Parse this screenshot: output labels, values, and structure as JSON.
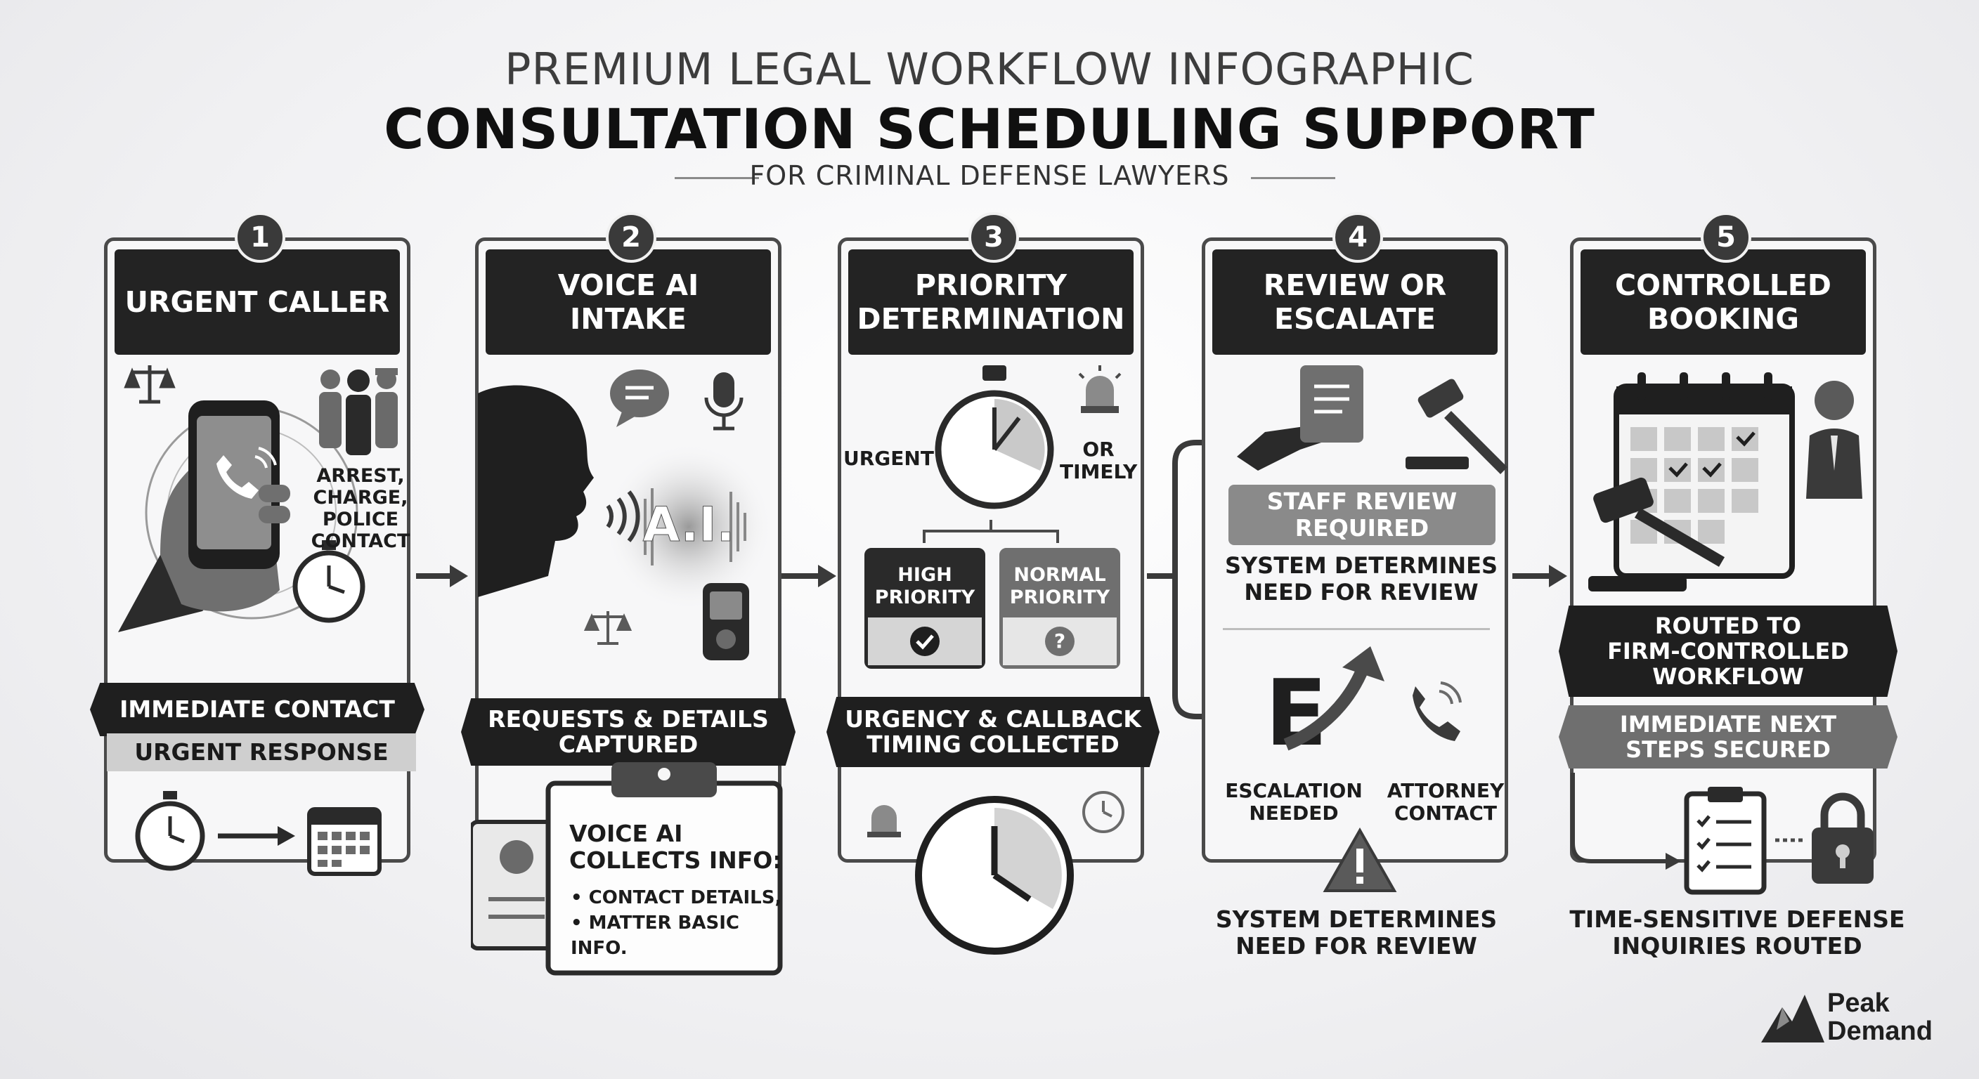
{
  "header": {
    "kicker": "PREMIUM LEGAL WORKFLOW INFOGRAPHIC",
    "title": "CONSULTATION SCHEDULING SUPPORT",
    "subtitle": "FOR CRIMINAL DEFENSE LAWYERS"
  },
  "steps": [
    {
      "number": "1",
      "title": "URGENT CALLER",
      "side_text": [
        "ARREST,",
        "CHARGE,",
        "POLICE",
        "CONTACT"
      ],
      "banner": "IMMEDIATE CONTACT",
      "sub_banner": "URGENT RESPONSE"
    },
    {
      "number": "2",
      "title_lines": [
        "VOICE AI",
        "INTAKE"
      ],
      "ai_label": "A.I.",
      "banner_lines": [
        "REQUESTS & DETAILS",
        "CAPTURED"
      ],
      "clipboard_title_lines": [
        "VOICE AI",
        "COLLECTS INFO:"
      ],
      "clipboard_items": [
        "• CONTACT DETAILS,",
        "• MATTER BASIC INFO."
      ]
    },
    {
      "number": "3",
      "title_lines": [
        "PRIORITY",
        "DETERMINATION"
      ],
      "left_label": "URGENT",
      "right_label_lines": [
        "OR",
        "TIMELY"
      ],
      "option_high_lines": [
        "HIGH",
        "PRIORITY"
      ],
      "option_normal_lines": [
        "NORMAL",
        "PRIORITY"
      ],
      "banner_lines": [
        "URGENCY & CALLBACK",
        "TIMING COLLECTED"
      ]
    },
    {
      "number": "4",
      "title_lines": [
        "REVIEW OR",
        "ESCALATE"
      ],
      "review_badge_lines": [
        "STAFF REVIEW",
        "REQUIRED"
      ],
      "review_text_lines": [
        "SYSTEM DETERMINES",
        "NEED FOR REVIEW"
      ],
      "escalation_lines": [
        "ESCALATION",
        "NEEDED"
      ],
      "attorney_lines": [
        "ATTORNEY",
        "CONTACT"
      ],
      "footer_lines": [
        "SYSTEM DETERMINES",
        "NEED FOR REVIEW"
      ]
    },
    {
      "number": "5",
      "title_lines": [
        "CONTROLLED",
        "BOOKING"
      ],
      "banner_lines": [
        "ROUTED TO",
        "FIRM-CONTROLLED",
        "WORKFLOW"
      ],
      "sub_banner_lines": [
        "IMMEDIATE NEXT",
        "STEPS SECURED"
      ],
      "footer_lines": [
        "TIME-SENSITIVE DEFENSE",
        "INQUIRIES ROUTED"
      ]
    }
  ],
  "brand": {
    "line1": "Peak",
    "line2": "Demand"
  },
  "colors": {
    "panel_header": "#232323",
    "banner_dark": "#1f1f1f",
    "banner_gray": "#6f6f6f",
    "background": "#f1f1f3"
  }
}
